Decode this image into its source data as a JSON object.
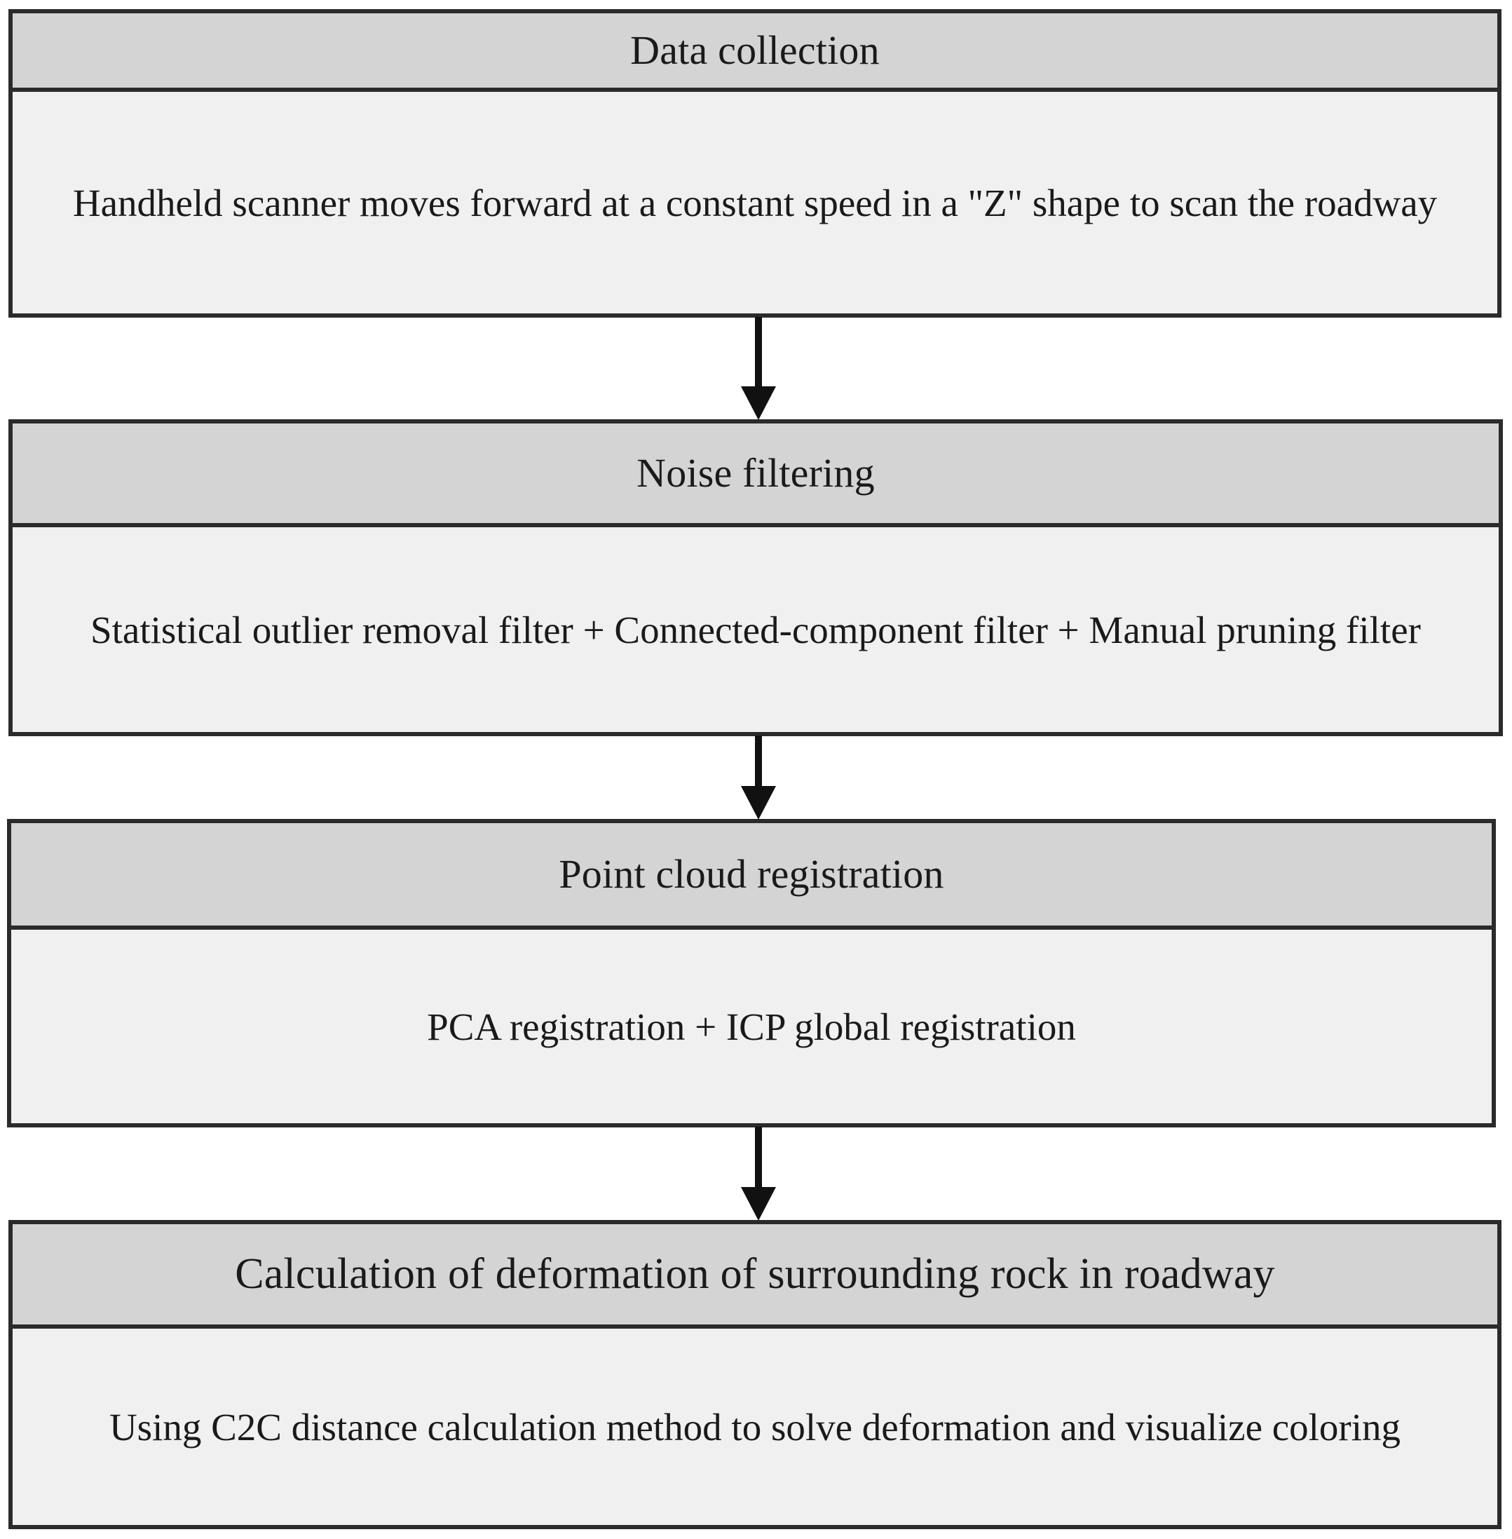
{
  "diagram": {
    "type": "flowchart",
    "orientation": "vertical",
    "colors": {
      "header_fill": "#d4d4d4",
      "body_fill": "#f0f0f0",
      "border": "#2b2b2b",
      "arrow": "#111111",
      "text": "#1a1a1a",
      "page_background": "#ffffff"
    },
    "steps": [
      {
        "id": "data-collection",
        "header": "Data collection",
        "body": "Handheld scanner moves forward at a constant speed in a \"Z\" shape to scan the roadway"
      },
      {
        "id": "noise-filtering",
        "header": "Noise filtering",
        "body": "Statistical outlier removal filter + Connected-component filter + Manual pruning filter"
      },
      {
        "id": "point-cloud-registration",
        "header": "Point cloud registration",
        "body": "PCA registration + ICP global registration"
      },
      {
        "id": "deformation-calculation",
        "header": "Calculation of deformation of surrounding rock in roadway",
        "body": "Using C2C distance calculation method to solve deformation and visualize coloring"
      }
    ],
    "connectors": [
      {
        "id": "arrow-1",
        "from": "data-collection",
        "to": "noise-filtering",
        "glyph": "down-arrow"
      },
      {
        "id": "arrow-2",
        "from": "noise-filtering",
        "to": "point-cloud-registration",
        "glyph": "down-arrow"
      },
      {
        "id": "arrow-3",
        "from": "point-cloud-registration",
        "to": "deformation-calculation",
        "glyph": "down-arrow"
      }
    ]
  }
}
